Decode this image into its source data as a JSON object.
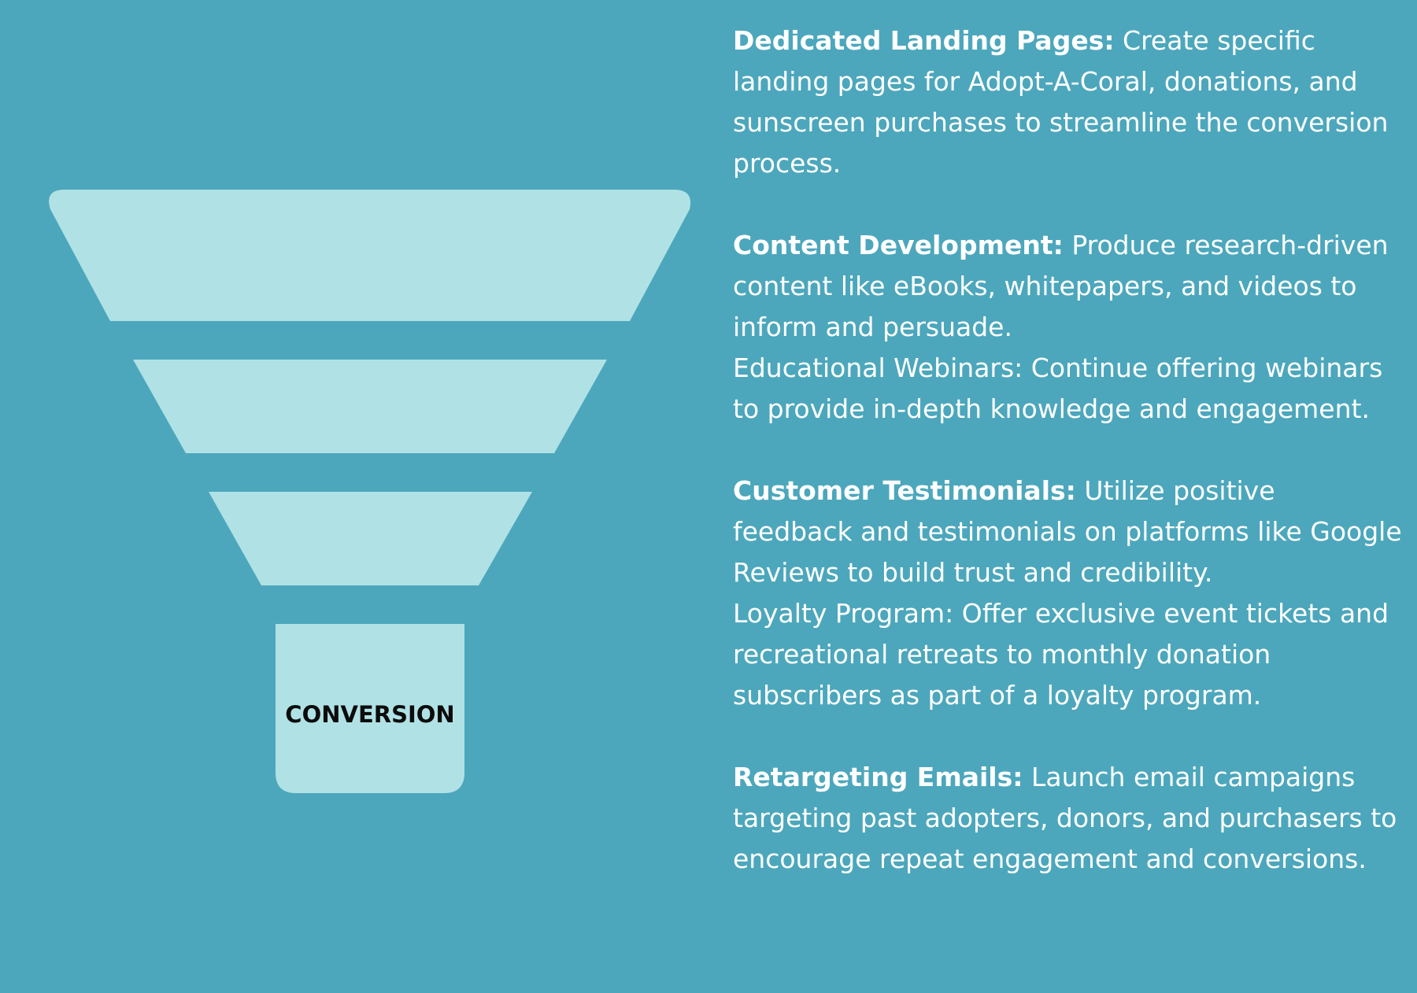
{
  "funnel": {
    "bottom_label": "CONVERSION",
    "fill_color": "#b0e2e5",
    "label_color": "#0c0c0c"
  },
  "background_color": "#4ca7bc",
  "text_color": "#ffffff",
  "blocks": [
    {
      "term": "Dedicated Landing Pages:",
      "text": "Create specific landing pages for Adopt-A-Coral, donations, and sunscreen purchases to streamline the conversion process."
    },
    {
      "term": "Content Development:",
      "text": "Produce research-driven content like eBooks, whitepapers, and videos to inform and persuade.",
      "extra": "Educational Webinars: Continue offering webinars to provide in-depth knowledge and engagement."
    },
    {
      "term": "Customer Testimonials:",
      "text": "Utilize positive feedback and testimonials on platforms like Google Reviews to build trust and credibility.",
      "extra": "Loyalty Program: Offer exclusive event tickets and recreational retreats to monthly donation subscribers as part of a loyalty program."
    },
    {
      "term": "Retargeting Emails:",
      "text": "Launch email campaigns targeting past adopters, donors, and purchasers to encourage repeat engagement and conversions."
    }
  ]
}
